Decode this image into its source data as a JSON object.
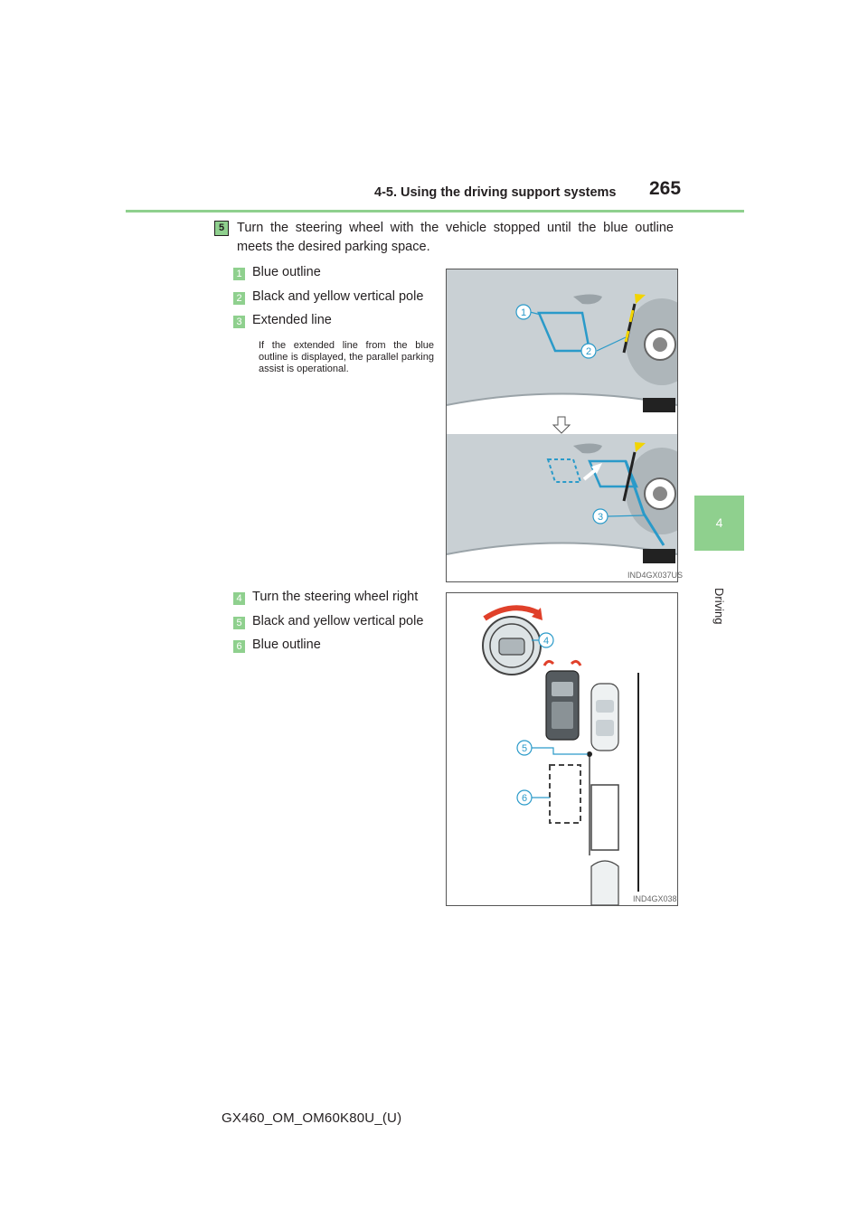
{
  "header": {
    "section_title": "4-5. Using the driving support systems",
    "page_number": "265"
  },
  "side_tab": {
    "chapter_number": "4",
    "chapter_label": "Driving"
  },
  "step": {
    "number": "5",
    "text": "Turn the steering wheel with the vehicle stopped until the blue outline meets the desired parking space."
  },
  "figure1": {
    "items": [
      {
        "num": "1",
        "label": "Blue outline"
      },
      {
        "num": "2",
        "label": "Black and yellow vertical pole"
      },
      {
        "num": "3",
        "label": "Extended line"
      }
    ],
    "note": "If the extended line from the blue outline is displayed, the parallel parking assist is operational.",
    "code": "IND4GX037US",
    "callouts": [
      "1",
      "2",
      "3"
    ]
  },
  "figure2": {
    "items": [
      {
        "num": "4",
        "label": "Turn the steering wheel right"
      },
      {
        "num": "5",
        "label": "Black and yellow vertical pole"
      },
      {
        "num": "6",
        "label": "Blue outline"
      }
    ],
    "code": "IND4GX038",
    "callouts": [
      "4",
      "5",
      "6"
    ]
  },
  "colors": {
    "accent_green": "#8fd08e",
    "outline_blue": "#2a9ac9",
    "pole_yellow": "#f2d400",
    "steering_red": "#e0402a"
  },
  "footer": {
    "doc_code": "GX460_OM_OM60K80U_(U)"
  }
}
